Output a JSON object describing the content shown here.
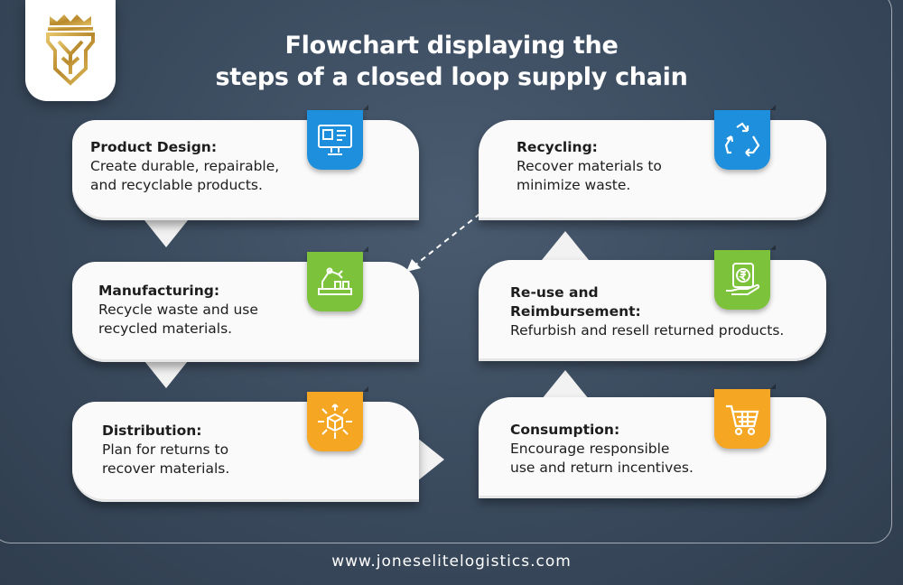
{
  "title": {
    "line1": "Flowchart displaying the",
    "line2": "steps of a closed loop supply chain"
  },
  "steps": [
    {
      "heading": "Product Design:",
      "body": "Create durable, repairable,\nand recyclable products.",
      "icon": "design-monitor-icon",
      "color": "#1e8fdc"
    },
    {
      "heading": "Manufacturing:",
      "body": "Recycle waste and use\nrecycled materials.",
      "icon": "robot-arm-factory-icon",
      "color": "#7cc23a"
    },
    {
      "heading": "Distribution:",
      "body": "Plan for returns to\nrecover materials.",
      "icon": "package-distribution-icon",
      "color": "#f5a623"
    },
    {
      "heading": "Consumption:",
      "body": "Encourage responsible\nuse and return incentives.",
      "icon": "shopping-cart-icon",
      "color": "#f5a623"
    },
    {
      "heading": "Re-use and\nReimbursement:",
      "body": "Refurbish and resell returned products.",
      "icon": "rupee-hand-icon",
      "color": "#7cc23a"
    },
    {
      "heading": "Recycling:",
      "body": "Recover materials to\nminimize waste.",
      "icon": "recycle-icon",
      "color": "#1e8fdc"
    }
  ],
  "footer": "www.joneselitelogistics.com",
  "colors": {
    "background": "#3e4e62",
    "card": "#fafafa",
    "gold": "#c9a341"
  }
}
